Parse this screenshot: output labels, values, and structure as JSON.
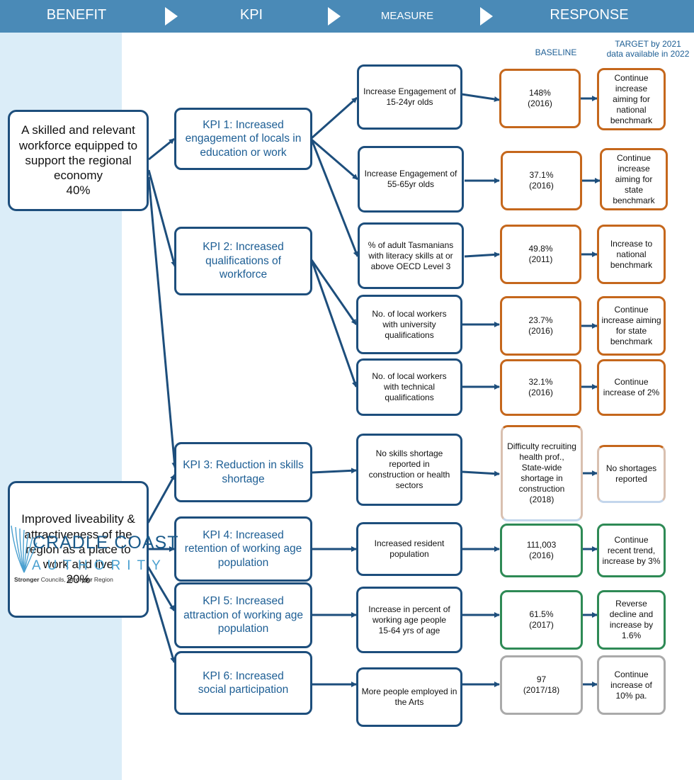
{
  "header": {
    "benefit": "BENEFIT",
    "kpi": "KPI",
    "measure": "MEASURE",
    "response": "RESPONSE"
  },
  "labels": {
    "baseline": "BASELINE",
    "target": "TARGET by 2021\ndata available in 2022"
  },
  "benefits": [
    "A skilled and relevant workforce equipped to support the regional economy\n40%",
    "Improved liveability & attractiveness of the region as a place to work and live\n20%"
  ],
  "kpis": [
    "KPI 1: Increased engagement of locals in education or work",
    "KPI 2: Increased qualifications of workforce",
    "KPI 3: Reduction in skills shortage",
    "KPI 4: Increased retention of working age population",
    "KPI 5: Increased attraction of working age population",
    "KPI 6: Increased social participation"
  ],
  "measures": [
    "Increase Engagement of 15-24yr olds",
    "Increase Engagement of 55-65yr olds",
    "% of adult Tasmanians with literacy skills at or above OECD Level 3",
    "No. of local workers with university qualifications",
    "No. of local workers with technical qualifications",
    "No skills shortage reported in construction or health sectors",
    "Increased resident population",
    "Increase in percent of working age people 15-64 yrs of age",
    "More people employed in the Arts"
  ],
  "baselines": [
    "148%\n(2016)",
    "37.1%\n(2016)",
    "49.8%\n(2011)",
    "23.7%\n(2016)",
    "32.1%\n(2016)",
    "Difficulty recruiting health prof., State-wide shortage in construction (2018)",
    "111,003\n(2016)",
    "61.5%\n(2017)",
    "97\n(2017/18)"
  ],
  "targets": [
    "Continue increase aiming for national benchmark",
    "Continue increase aiming for state benchmark",
    "Increase to national benchmark",
    "Continue increase aiming for state benchmark",
    "Continue increase of 2%",
    "No shortages reported",
    "Continue recent trend, increase by 3%",
    "Reverse decline and increase by 1.6%",
    "Continue increase of 10% pa."
  ],
  "logo": {
    "title": "CRADLE COAST",
    "subtitle": "AUTHORITY",
    "tagline_strong1": "Stronger",
    "tagline_rest1": " Councils, ",
    "tagline_strong2": "Stronger",
    "tagline_rest2": " Region"
  },
  "colors": {
    "header": "#4a8ab7",
    "panel": "#dbedf8",
    "box_border": "#1d4e7c",
    "orange": "#c5671c",
    "green": "#2e8a55",
    "grey": "#aaaaaa"
  }
}
